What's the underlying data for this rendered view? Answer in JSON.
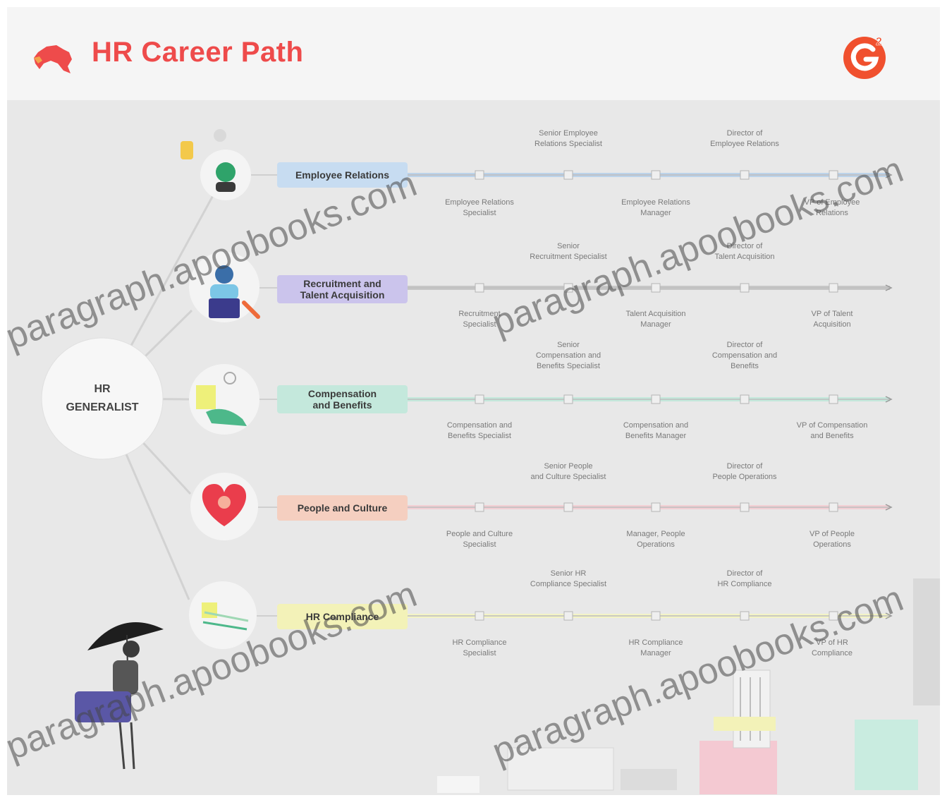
{
  "title": "HR Career Path",
  "g2_logo_text": "2",
  "generalist": {
    "line1": "HR",
    "line2": "GENERALIST"
  },
  "tracks": [
    {
      "id": "employee-relations",
      "name": "Employee Relations",
      "color": "#c7dcf1",
      "line_color": "#bcd3ea",
      "icon": "employee-relations-icon",
      "upper_labels": [
        "Senior Employee\nRelations Specialist",
        "Director of\nEmployee Relations"
      ],
      "lower_labels": [
        "Employee Relations\nSpecialist",
        "Employee Relations\nManager",
        "VP of Employee\nRelations"
      ]
    },
    {
      "id": "recruitment",
      "name": "Recruitment and\nTalent Acquisition",
      "color": "#cbc4ec",
      "line_color": "#c7c7c7",
      "icon": "recruiter-icon",
      "upper_labels": [
        "Senior\nRecruitment Specialist",
        "Director of\nTalent Acquisition"
      ],
      "lower_labels": [
        "Recruitment\nSpecialist",
        "Talent Acquisition\nManager",
        "VP of Talent\nAcquisition"
      ]
    },
    {
      "id": "compensation",
      "name": "Compensation\nand Benefits",
      "color": "#c4e8dc",
      "line_color": "#c4e8dc",
      "icon": "compensation-icon",
      "upper_labels": [
        "Senior\nCompensation and\nBenefits Specialist",
        "Director of\nCompensation and\nBenefits"
      ],
      "lower_labels": [
        "Compensation and\nBenefits Specialist",
        "Compensation and\nBenefits Manager",
        "VP of Compensation\nand Benefits"
      ]
    },
    {
      "id": "people",
      "name": "People and Culture",
      "color": "#f5cfc0",
      "line_color": "#f2cfd4",
      "icon": "heart-icon",
      "upper_labels": [
        "Senior People\nand Culture Specialist",
        "Director of\nPeople Operations"
      ],
      "lower_labels": [
        "People and Culture\nSpecialist",
        "Manager, People\nOperations",
        "VP of People\nOperations"
      ]
    },
    {
      "id": "compliance",
      "name": "HR Compliance",
      "color": "#f3f2b8",
      "line_color": "#f3f3c6",
      "icon": "compliance-icon",
      "upper_labels": [
        "Senior HR\nCompliance Specialist",
        "Director of\nHR Compliance"
      ],
      "lower_labels": [
        "HR Compliance\nSpecialist",
        "HR Compliance\nManager",
        "VP of HR\nCompliance"
      ]
    }
  ],
  "watermark": "paragraph.apoobooks.com"
}
